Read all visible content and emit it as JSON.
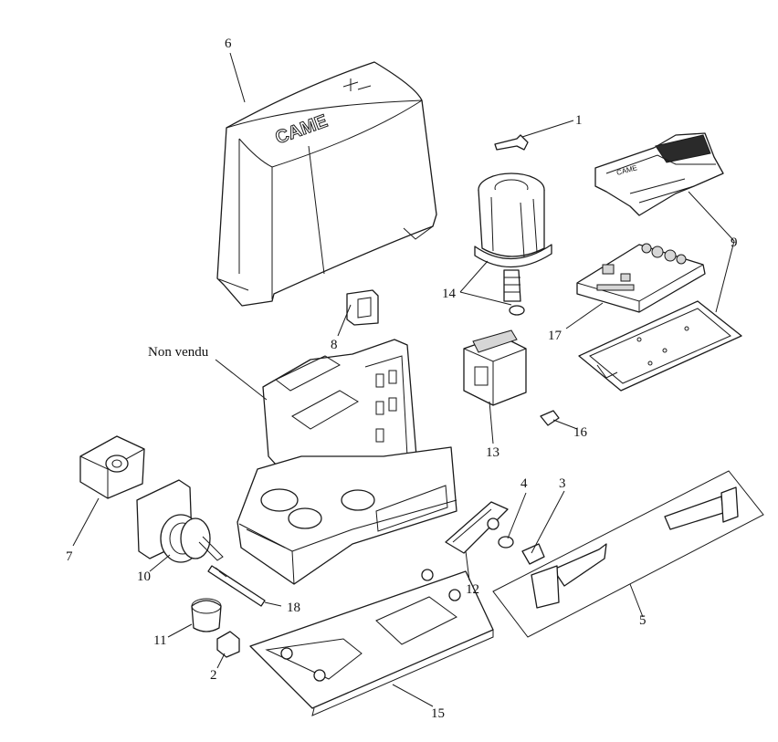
{
  "diagram": {
    "brand_logo_text": "CAME",
    "labels": {
      "p1": "1",
      "p2": "2",
      "p3": "3",
      "p4": "4",
      "p5": "5",
      "p6": "6",
      "p7": "7",
      "p8": "8",
      "p9": "9",
      "p10": "10",
      "p11": "11",
      "p12": "12",
      "p13": "13",
      "p14": "14",
      "p15": "15",
      "p16": "16",
      "p17": "17",
      "p18": "18",
      "non_vendu": "Non vendu"
    }
  }
}
